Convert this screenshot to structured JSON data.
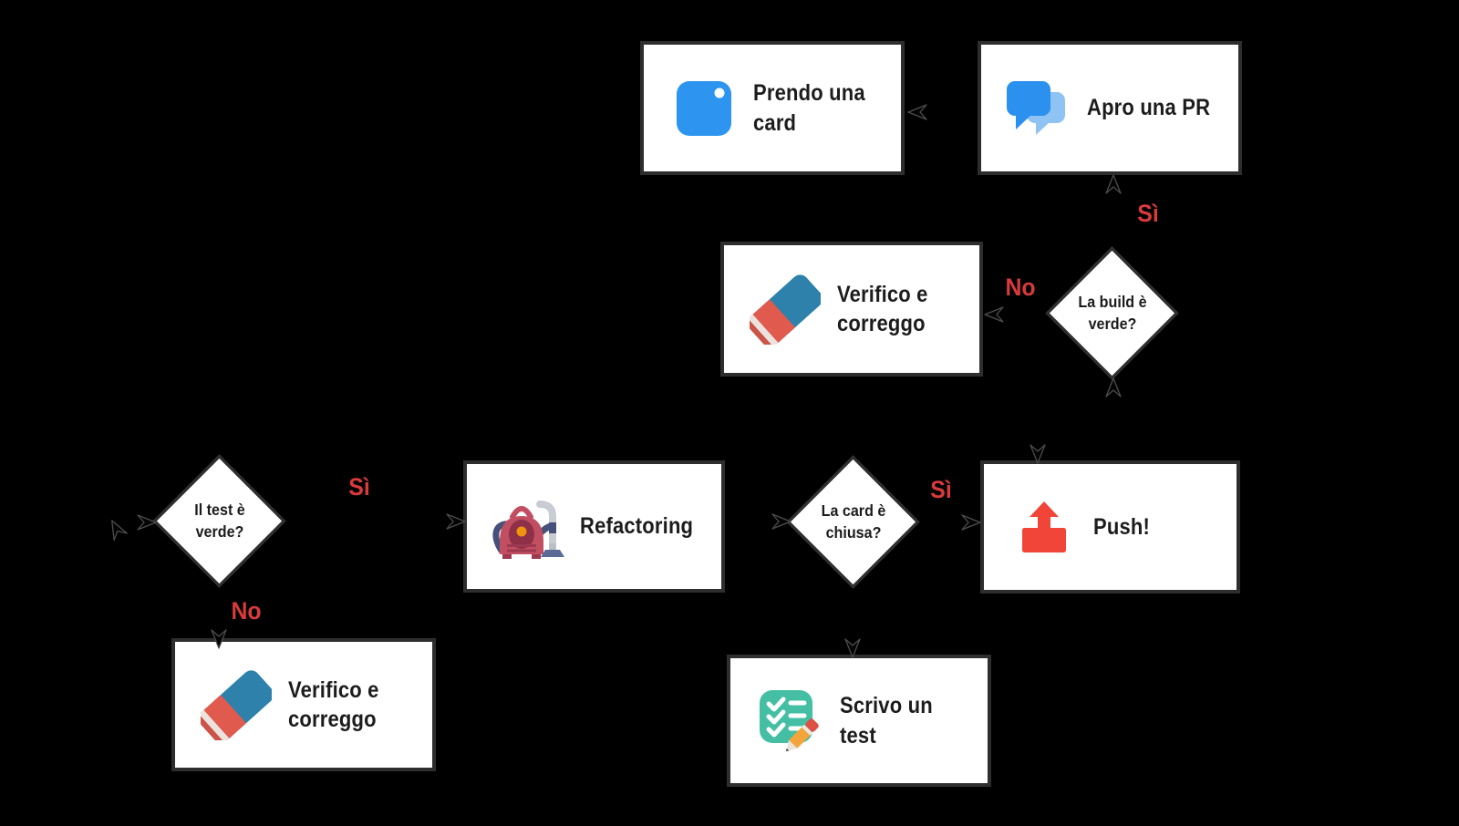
{
  "diagram": {
    "background_color": "#000000",
    "node_border_color": "#2e2e2e",
    "node_fill_color": "#ffffff",
    "decision_label_color": "#d93a3c",
    "nodes": {
      "prendo": {
        "label": "Prendo una\ncard",
        "icon": "card-icon",
        "icon_color": "#2d95ef"
      },
      "apro": {
        "label": "Apro una PR",
        "icon": "chat-icon",
        "icon_color": "#2b90ee"
      },
      "verifico_mid": {
        "label": "Verifico e\ncorreggo",
        "icon": "eraser-icon",
        "icon_color": "#2e81aa"
      },
      "build": {
        "label": "La build è\nverde?"
      },
      "refactoring": {
        "label": "Refactoring",
        "icon": "vacuum-icon",
        "icon_color": "#c24e62"
      },
      "test": {
        "label": "Il test è\nverde?"
      },
      "card": {
        "label": "La card è\nchiusa?"
      },
      "push": {
        "label": "Push!",
        "icon": "push-icon",
        "icon_color": "#f04538"
      },
      "verifico_bottom": {
        "label": "Verifico e\ncorreggo",
        "icon": "eraser-icon",
        "icon_color": "#2e81aa"
      },
      "scrivo": {
        "label": "Scrivo un test",
        "icon": "checklist-icon",
        "icon_color": "#44bfa4"
      }
    },
    "edge_labels": {
      "build_si": "Sì",
      "build_no": "No",
      "test_si": "Sì",
      "test_no": "No",
      "card_si": "Sì"
    }
  }
}
